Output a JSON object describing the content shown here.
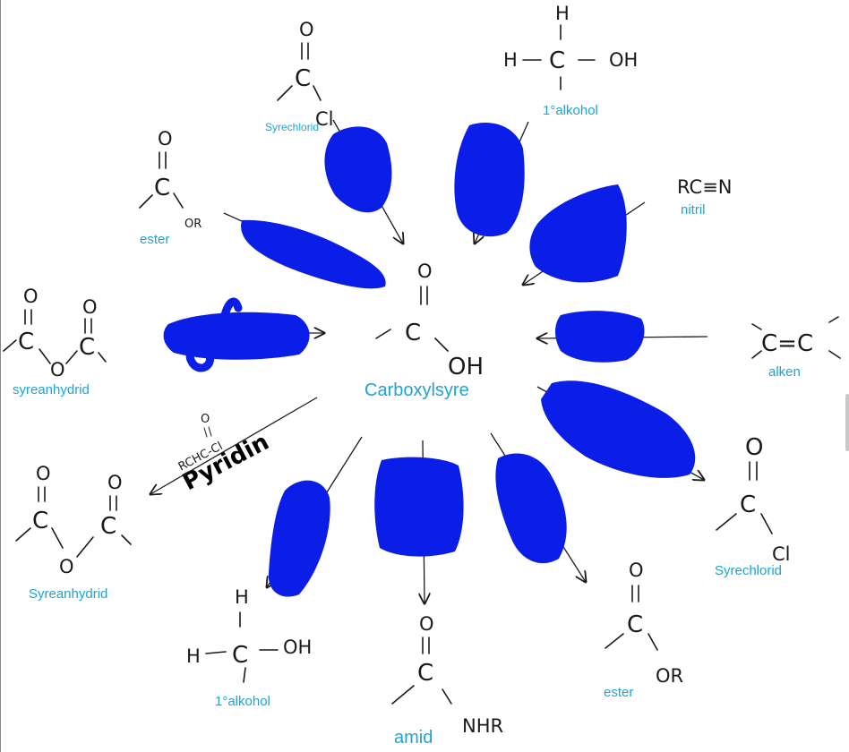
{
  "center": {
    "o": "O",
    "oh": "OH",
    "label": "Carboxylsyre"
  },
  "molecules": {
    "acid_chloride_top": {
      "o": "O",
      "c": "C",
      "cl": "Cl",
      "label": "Syrechlorid"
    },
    "alcohol_top": {
      "h_top": "H",
      "h_left": "H",
      "c": "C",
      "oh": "OH",
      "label": "1°alkohol"
    },
    "nitrile": {
      "formula": "RC≡N",
      "label": "nitril"
    },
    "ester_left": {
      "o": "O",
      "c": "C",
      "or": "OR",
      "label": "ester"
    },
    "anhydride_left": {
      "o1": "O",
      "o2": "O",
      "c1": "C",
      "c2": "C",
      "o_bridge": "O",
      "label": "syreanhydrid"
    },
    "alkene": {
      "formula": "C=C",
      "label": "alken"
    },
    "acid_chloride_right": {
      "o": "O",
      "c": "C",
      "cl": "Cl",
      "label": "Syrechlorid"
    },
    "anhydride_bottom": {
      "o1": "O",
      "o2": "O",
      "c1": "C",
      "c2": "C",
      "o_bridge": "O",
      "label": "Syreanhydrid"
    },
    "alcohol_bottom": {
      "h": "H",
      "h_left": "H",
      "c": "C",
      "oh": "OH",
      "label": "1°alkohol"
    },
    "amide": {
      "o": "O",
      "c": "C",
      "nhr": "NHR",
      "label": "amid"
    },
    "ester_bottom": {
      "o": "O",
      "c": "C",
      "or": "OR",
      "label": "ester"
    }
  },
  "reagents": {
    "anhydride_formation": {
      "formula_o": "O",
      "formula": "RCHC-Cl",
      "base": "Pyridin"
    }
  },
  "colors": {
    "label": "#1fa3d6",
    "scribble": "#0b1ee8",
    "ink": "#1a1a1a"
  }
}
